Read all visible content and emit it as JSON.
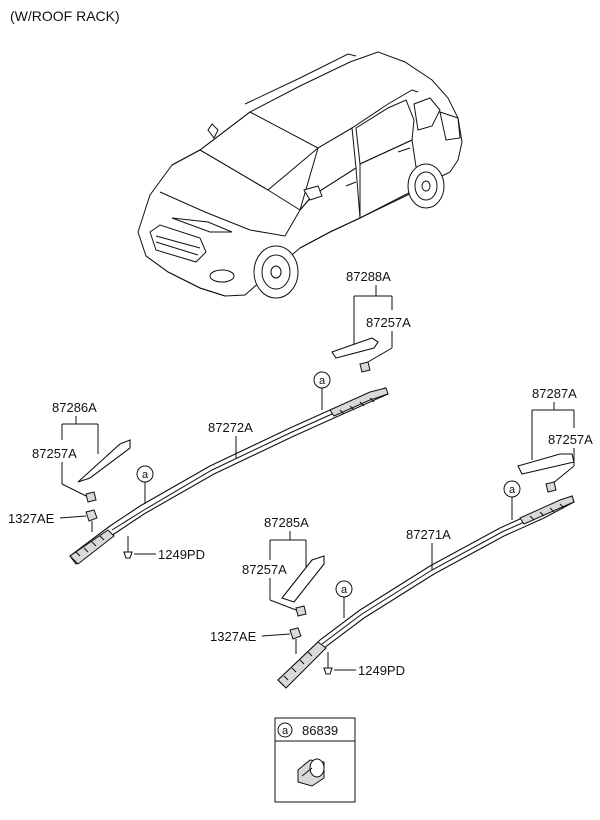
{
  "title": "(W/ROOF RACK)",
  "parts": {
    "p87288A": "87288A",
    "p87257A_top": "87257A",
    "p87286A": "87286A",
    "p87257A_left": "87257A",
    "p87272A": "87272A",
    "p87287A": "87287A",
    "p87257A_right": "87257A",
    "p1327AE_left": "1327AE",
    "p1249PD_left": "1249PD",
    "p87285A": "87285A",
    "p87257A_mid": "87257A",
    "p87271A": "87271A",
    "p1327AE_right": "1327AE",
    "p1249PD_right": "1249PD"
  },
  "ref_marker": "a",
  "legend": {
    "marker": "a",
    "part": "86839"
  }
}
